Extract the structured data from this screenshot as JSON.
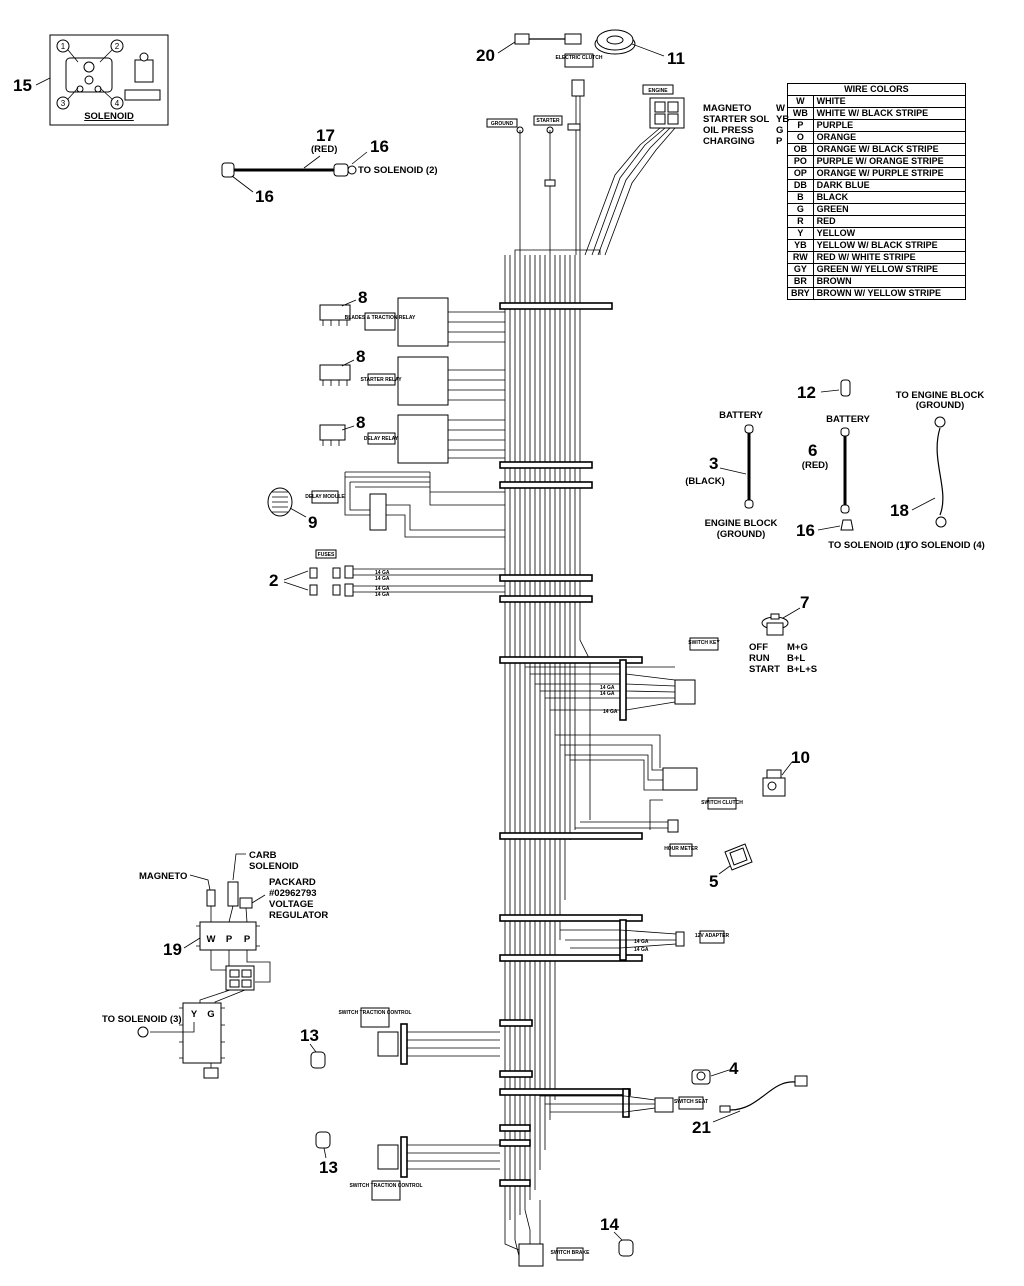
{
  "callouts": {
    "n1": "1",
    "n2": "2",
    "n3": "3",
    "n4": "4",
    "n5": "5",
    "n6": "6",
    "n7": "7",
    "n8": "8",
    "n9": "9",
    "n10": "10",
    "n11": "11",
    "n12": "12",
    "n13": "13",
    "n14": "14",
    "n15": "15",
    "n16": "16",
    "n17": "17",
    "n18": "18",
    "n19": "19",
    "n20": "20",
    "n21": "21"
  },
  "solenoid_inset": {
    "caption": "SOLENOID",
    "terminals": [
      "1",
      "2",
      "3",
      "4"
    ]
  },
  "cable17": {
    "color_label": "(RED)",
    "to_label": "TO SOLENOID (2)"
  },
  "engine_legend": {
    "rows": [
      {
        "name": "MAGNETO",
        "code": "W"
      },
      {
        "name": "STARTER SOL",
        "code": "YB"
      },
      {
        "name": "OIL PRESS",
        "code": "G"
      },
      {
        "name": "CHARGING",
        "code": "P"
      }
    ]
  },
  "wire_colors": {
    "title": "WIRE COLORS",
    "rows": [
      {
        "code": "W",
        "name": "WHITE"
      },
      {
        "code": "WB",
        "name": "WHITE W/ BLACK STRIPE"
      },
      {
        "code": "P",
        "name": "PURPLE"
      },
      {
        "code": "O",
        "name": "ORANGE"
      },
      {
        "code": "OB",
        "name": "ORANGE W/ BLACK STRIPE"
      },
      {
        "code": "PO",
        "name": "PURPLE W/ ORANGE STRIPE"
      },
      {
        "code": "OP",
        "name": "ORANGE W/ PURPLE STRIPE"
      },
      {
        "code": "DB",
        "name": "DARK BLUE"
      },
      {
        "code": "B",
        "name": "BLACK"
      },
      {
        "code": "G",
        "name": "GREEN"
      },
      {
        "code": "R",
        "name": "RED"
      },
      {
        "code": "Y",
        "name": "YELLOW"
      },
      {
        "code": "YB",
        "name": "YELLOW W/ BLACK STRIPE"
      },
      {
        "code": "RW",
        "name": "RED W/ WHITE STRIPE"
      },
      {
        "code": "GY",
        "name": "GREEN W/ YELLOW STRIPE"
      },
      {
        "code": "BR",
        "name": "BROWN"
      },
      {
        "code": "BRY",
        "name": "BROWN W/ YELLOW STRIPE"
      }
    ]
  },
  "tags": {
    "electric_clutch": "ELECTRIC CLUTCH",
    "engine": "ENGINE",
    "ground": "GROUND",
    "starter": "STARTER",
    "blades_relay": "BLADES & TRACTION RELAY",
    "starter_relay": "STARTER RELAY",
    "delay_relay": "DELAY RELAY",
    "delay_module": "DELAY MODULE",
    "fuses": "FUSES",
    "switch_key": "SWITCH KEY",
    "switch_clutch": "SWITCH CLUTCH",
    "hour_meter": "HOUR METER",
    "adapter_12v": "12V ADAPTER",
    "switch_traction_1": "SWITCH TRACTION CONTROL",
    "switch_traction_2": "SWITCH TRACTION CONTROL",
    "switch_seat": "SWITCH SEAT",
    "switch_brake": "SWITCH BRAKE"
  },
  "gauge_labels": {
    "g14": "14 GA"
  },
  "battery_black": {
    "top": "BATTERY",
    "color": "(BLACK)",
    "bottom1": "ENGINE BLOCK",
    "bottom2": "(GROUND)"
  },
  "battery_red": {
    "top": "BATTERY",
    "color": "(RED)",
    "bottom": "TO SOLENOID (1)"
  },
  "ground18": {
    "top1": "TO ENGINE BLOCK",
    "top2": "(GROUND)",
    "bottom": "TO SOLENOID (4)"
  },
  "key_states": [
    {
      "state": "OFF",
      "contacts": "M+G"
    },
    {
      "state": "RUN",
      "contacts": "B+L"
    },
    {
      "state": "START",
      "contacts": "B+L+S"
    }
  ],
  "regulator": {
    "magneto": "MAGNETO",
    "carb1": "CARB",
    "carb2": "SOLENOID",
    "packard1": "PACKARD",
    "packard2": "#02962793",
    "packard3": "VOLTAGE",
    "packard4": "REGULATOR",
    "pins_top": [
      "W",
      "P",
      "P"
    ],
    "pins_bottom": [
      "Y",
      "G"
    ],
    "to_solenoid": "TO SOLENOID (3)"
  }
}
